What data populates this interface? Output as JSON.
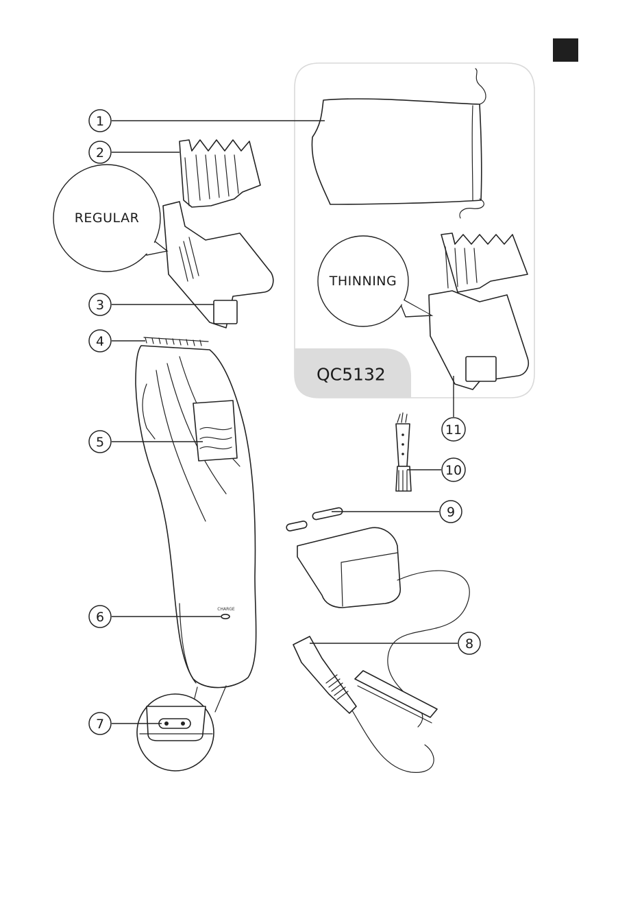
{
  "model": {
    "name": "QC5132"
  },
  "badges": {
    "regular": "REGULAR",
    "thinning": "THINNING",
    "charge": "CHARGE"
  },
  "labels": [
    {
      "id": "1",
      "text": "1"
    },
    {
      "id": "2",
      "text": "2"
    },
    {
      "id": "3",
      "text": "3"
    },
    {
      "id": "4",
      "text": "4"
    },
    {
      "id": "5",
      "text": "5"
    },
    {
      "id": "6",
      "text": "6"
    },
    {
      "id": "7",
      "text": "7"
    },
    {
      "id": "8",
      "text": "8"
    },
    {
      "id": "9",
      "text": "9"
    },
    {
      "id": "10",
      "text": "10"
    },
    {
      "id": "11",
      "text": "11"
    }
  ],
  "colors": {
    "language_tab": "#1f1f1f",
    "kit_panel_border": "#d9d9d9",
    "model_tab": "#dcdcdc"
  }
}
